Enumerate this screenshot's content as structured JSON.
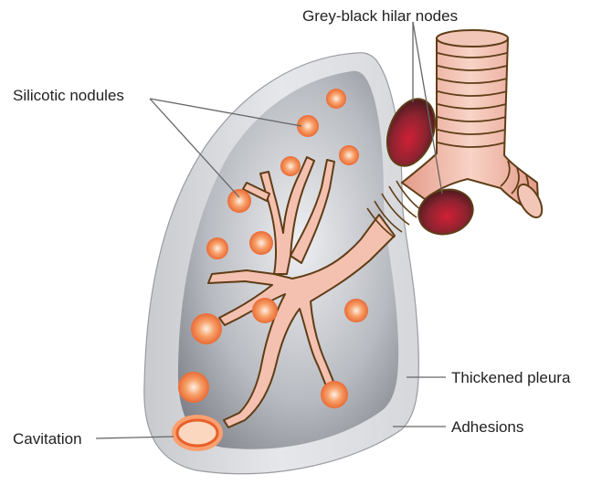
{
  "labels": {
    "hilar_nodes": "Grey-black hilar nodes",
    "silicotic_nodules": "Silicotic nodules",
    "thickened_pleura": "Thickened pleura",
    "adhesions": "Adhesions",
    "cavitation": "Cavitation"
  },
  "colors": {
    "pleura_outer": "#dcdde1",
    "lung_fill": "#a9acb3",
    "bronchus": "#f0b8a8",
    "bronchus_outline": "#6b4a1c",
    "trachea": "#e9a898",
    "hilar_node": "#8e2330",
    "nodule": "#f07a3a"
  }
}
